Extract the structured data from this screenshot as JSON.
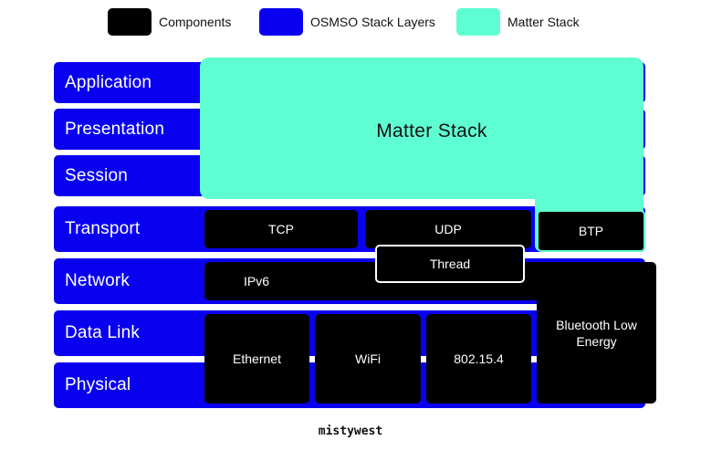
{
  "legend": {
    "components": {
      "label": "Components",
      "color": "#000000"
    },
    "osi_layers": {
      "label": "OSMSO Stack Layers",
      "color": "#0a00f0"
    },
    "matter": {
      "label": "Matter Stack",
      "color": "#5ffed2"
    }
  },
  "layers": {
    "application": "Application",
    "presentation": "Presentation",
    "session": "Session",
    "transport": "Transport",
    "network": "Network",
    "data_link": "Data Link",
    "physical": "Physical"
  },
  "matter_stack": {
    "label": "Matter Stack"
  },
  "components": {
    "tcp": "TCP",
    "udp": "UDP",
    "btp": "BTP",
    "thread": "Thread",
    "ipv6": "IPv6",
    "ethernet": "Ethernet",
    "wifi": "WiFi",
    "ieee802154": "802.15.4",
    "ble": "Bluetooth Low Energy"
  },
  "footer": {
    "brand": "mistywest"
  }
}
